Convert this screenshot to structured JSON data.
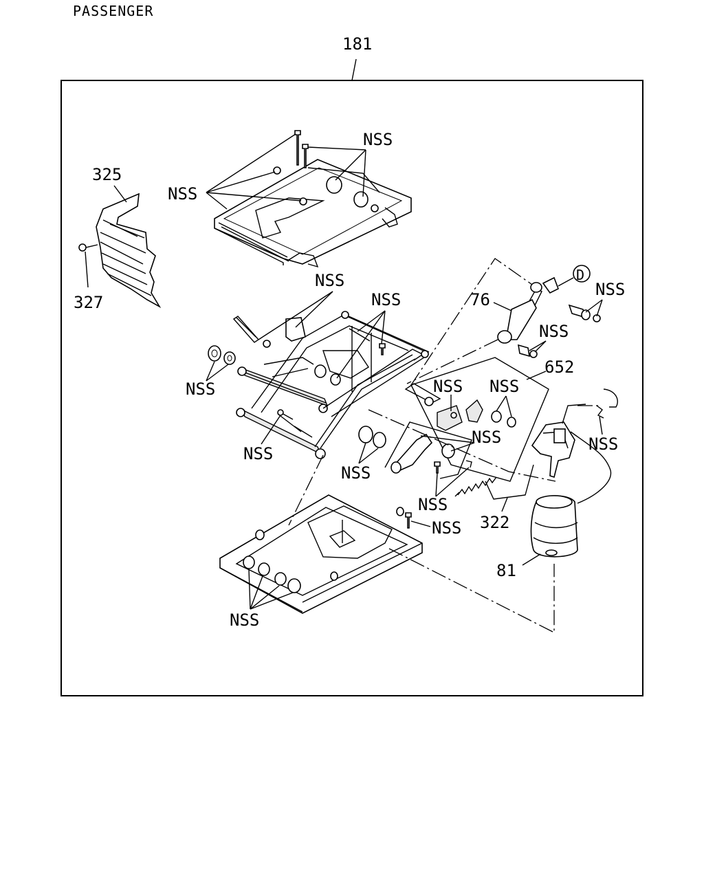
{
  "header": {
    "title": "PASSENGER"
  },
  "assembly": {
    "ref": "181"
  },
  "callouts": {
    "c325": "325",
    "c327": "327",
    "c76": "76",
    "c652": "652",
    "c322": "322",
    "c81": "81",
    "circle_d": "D",
    "nss": "NSS"
  }
}
